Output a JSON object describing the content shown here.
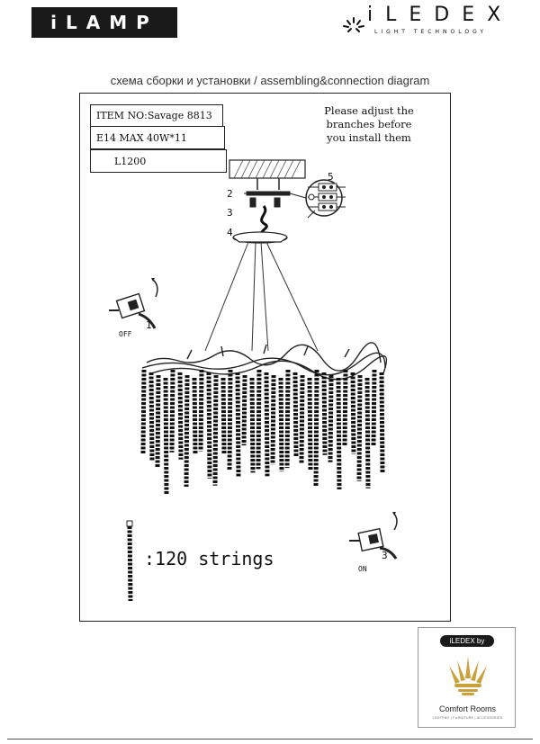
{
  "header": {
    "ilamp_logo_text": "iLAMP",
    "iledex_logo_text": "iLEDEX",
    "iledex_tagline": "LIGHT TECHNOLOGY"
  },
  "diagram_title": "схема сборки и установки / assembling&connection diagram",
  "specs": {
    "item": "ITEM NO:Savage 8813",
    "bulbs": "E14 MAX 40W*11",
    "length": "L1200"
  },
  "note": {
    "line1": "Please adjust the",
    "line2": "branches before",
    "line3": "you install them"
  },
  "steps": {
    "s1": "1",
    "s2": "2",
    "s3": "3",
    "s4": "4",
    "s5": "5",
    "s3b": "3"
  },
  "switch_labels": {
    "off": "OFF",
    "on": "ON"
  },
  "strings_text": ":120 strings",
  "badge": {
    "pill": "iLEDEX by",
    "name": "Comfort Rooms",
    "sub": "LIGHTING | FURNITURE | ACCESSORIES"
  }
}
